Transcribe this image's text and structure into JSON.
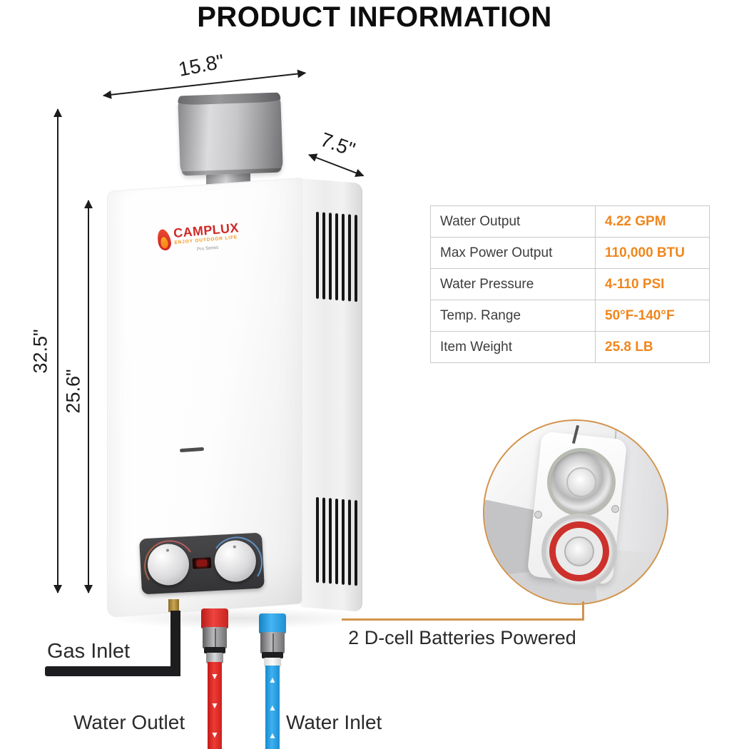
{
  "title": "PRODUCT INFORMATION",
  "dimensions": {
    "width": "15.8\"",
    "depth": "7.5\"",
    "height_total": "32.5\"",
    "height_body": "25.6\""
  },
  "spec_table": {
    "rows": [
      {
        "label": "Water Output",
        "value": "4.22 GPM"
      },
      {
        "label": "Max Power Output",
        "value": "110,000 BTU"
      },
      {
        "label": "Water Pressure",
        "value": "4-110 PSI"
      },
      {
        "label": "Temp. Range",
        "value": "50°F-140°F"
      },
      {
        "label": "Item Weight",
        "value": "25.8 LB"
      }
    ]
  },
  "logo": {
    "brand": "CAMPLUX",
    "tagline": "ENJOY OUTDOOR LIFE",
    "series": "Pro Series"
  },
  "labels": {
    "battery": "2 D-cell Batteries Powered",
    "gas_inlet": "Gas Inlet",
    "water_outlet": "Water Outlet",
    "water_inlet": "Water Inlet"
  },
  "icons": {
    "down_arrow": "▼",
    "up_arrow": "▲"
  },
  "colors": {
    "value_orange": "#F0861C",
    "callout_line_orange": "#D2944D",
    "hot_red": "#E02723",
    "cold_blue": "#29A3E9",
    "brand_red": "#CF2A28",
    "brand_orange": "#F7941D"
  }
}
